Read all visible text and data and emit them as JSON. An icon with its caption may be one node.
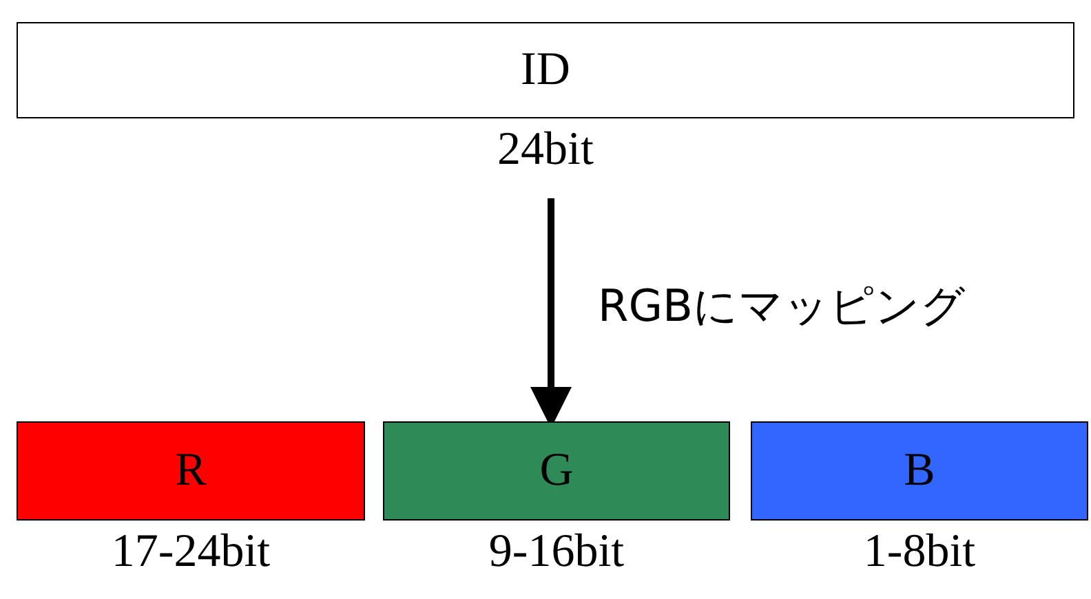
{
  "diagram": {
    "nodes": [
      {
        "text": [
          "ID"
        ],
        "beside": [
          "24bit"
        ]
      },
      {
        "text": [
          "R"
        ],
        "beside": [
          "17-24bit"
        ]
      },
      {
        "text": [
          "G"
        ],
        "beside": [
          "9-16bit"
        ]
      },
      {
        "text": [
          "B"
        ],
        "beside": [
          "1-8bit"
        ]
      }
    ],
    "edges": [
      {
        "from": 0,
        "to": 2,
        "arrow": "to",
        "label": "RGBにマッピング"
      }
    ]
  }
}
